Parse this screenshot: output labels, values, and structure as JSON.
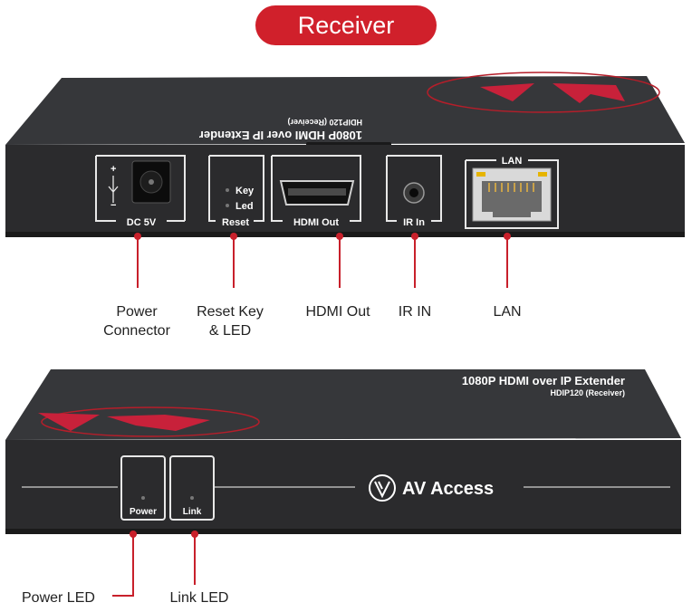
{
  "header": {
    "title": "Receiver"
  },
  "back_panel": {
    "top_label": "1080P HDMI over IP Extender",
    "top_model": "HDIP120 (Receiver)",
    "ports": {
      "dc": "DC 5V",
      "reset": "Reset",
      "key": "Key",
      "led": "Led",
      "hdmi": "HDMI Out",
      "ir": "IR In",
      "lan": "LAN"
    },
    "polarity": {
      "plus": "+",
      "minus": "−"
    }
  },
  "front_panel": {
    "top_label": "1080P HDMI over IP Extender",
    "top_model": "HDIP120 (Receiver)",
    "power": "Power",
    "link": "Link",
    "brand": "AV Access"
  },
  "callouts": {
    "power_connector": [
      "Power",
      "Connector"
    ],
    "reset_key": [
      "Reset Key",
      "& LED"
    ],
    "hdmi_out": "HDMI Out",
    "ir_in": "IR IN",
    "lan": "LAN",
    "power_led": "Power LED",
    "link_led": "Link LED"
  },
  "colors": {
    "accent": "#d0202b",
    "body": "#2f2f31",
    "panel": "#1e1e20"
  }
}
